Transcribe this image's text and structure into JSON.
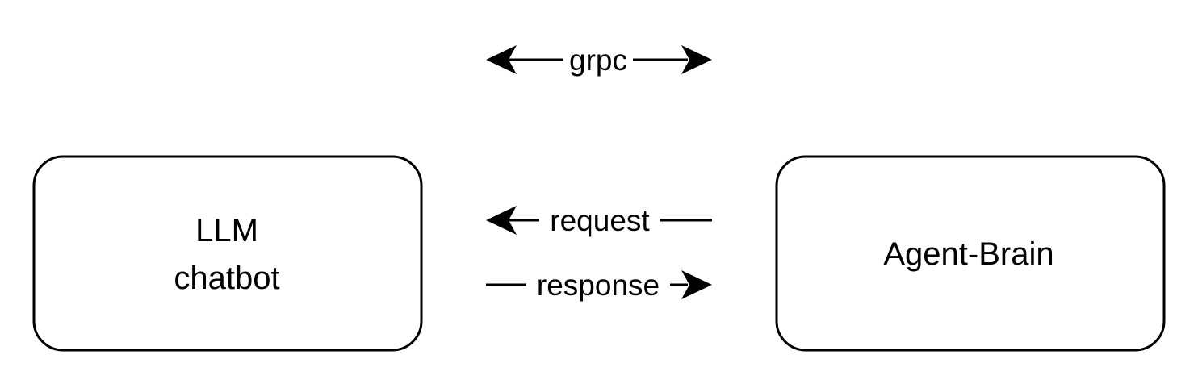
{
  "nodes": {
    "llm": {
      "line1": "LLM",
      "line2": "chatbot"
    },
    "agent": {
      "label": "Agent-Brain"
    }
  },
  "edges": {
    "grpc": {
      "label": "grpc",
      "direction": "both"
    },
    "request": {
      "label": "request",
      "direction": "to-llm"
    },
    "response": {
      "label": "response",
      "direction": "to-agent"
    }
  },
  "colors": {
    "stroke": "#000000",
    "fill": "#ffffff",
    "text": "#000000"
  }
}
